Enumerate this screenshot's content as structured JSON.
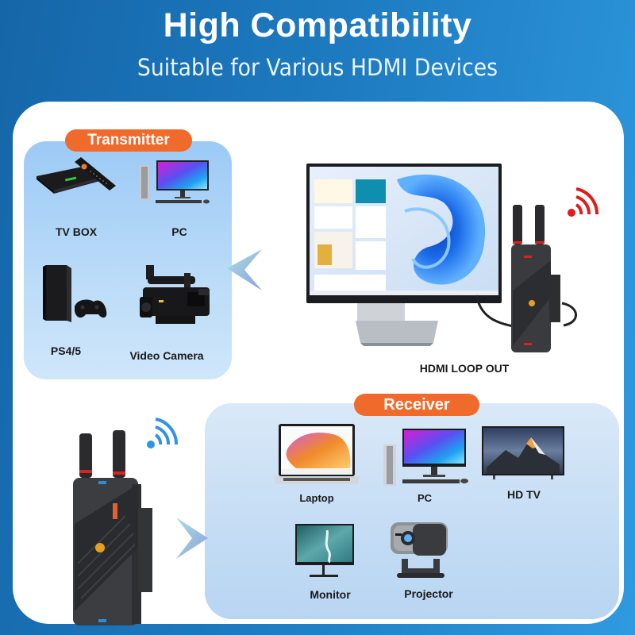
{
  "header": {
    "title": "High Compatibility",
    "subtitle": "Suitable for  Various HDMI Devices"
  },
  "transmitter": {
    "badge": "Transmitter",
    "devices": [
      {
        "label": "TV BOX",
        "icon": "tv-box-icon"
      },
      {
        "label": "PC",
        "icon": "desktop-pc-icon"
      },
      {
        "label": "PS4/5",
        "icon": "game-console-icon"
      },
      {
        "label": "Video Camera",
        "icon": "video-camera-icon"
      }
    ]
  },
  "loop_out": {
    "label": "HDMI LOOP OUT",
    "signal_color": "#e01b1b"
  },
  "receiver": {
    "badge": "Receiver",
    "devices": [
      {
        "label": "Laptop",
        "icon": "laptop-icon"
      },
      {
        "label": "PC",
        "icon": "desktop-pc-icon"
      },
      {
        "label": "HD TV",
        "icon": "tv-icon"
      },
      {
        "label": "Monitor",
        "icon": "monitor-icon"
      },
      {
        "label": "Projector",
        "icon": "projector-icon"
      }
    ],
    "signal_color": "#2d95e3"
  },
  "colors": {
    "background_start": "#1566a8",
    "background_end": "#2f9ae0",
    "badge": "#f06a2b",
    "transmitter_panel": "#9ccaf6",
    "receiver_panel": "#c7def5"
  }
}
